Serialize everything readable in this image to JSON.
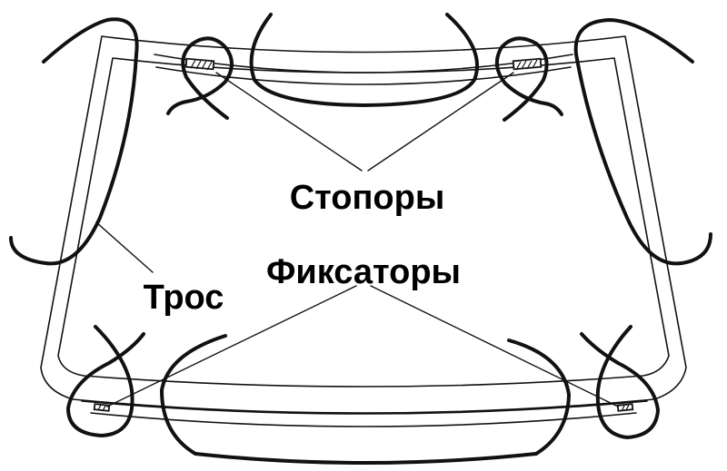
{
  "labels": {
    "stoppers": "Стопоры",
    "fasteners": "Фиксаторы",
    "cable": "Трос"
  },
  "colors": {
    "line": "#111111",
    "background": "#ffffff"
  }
}
